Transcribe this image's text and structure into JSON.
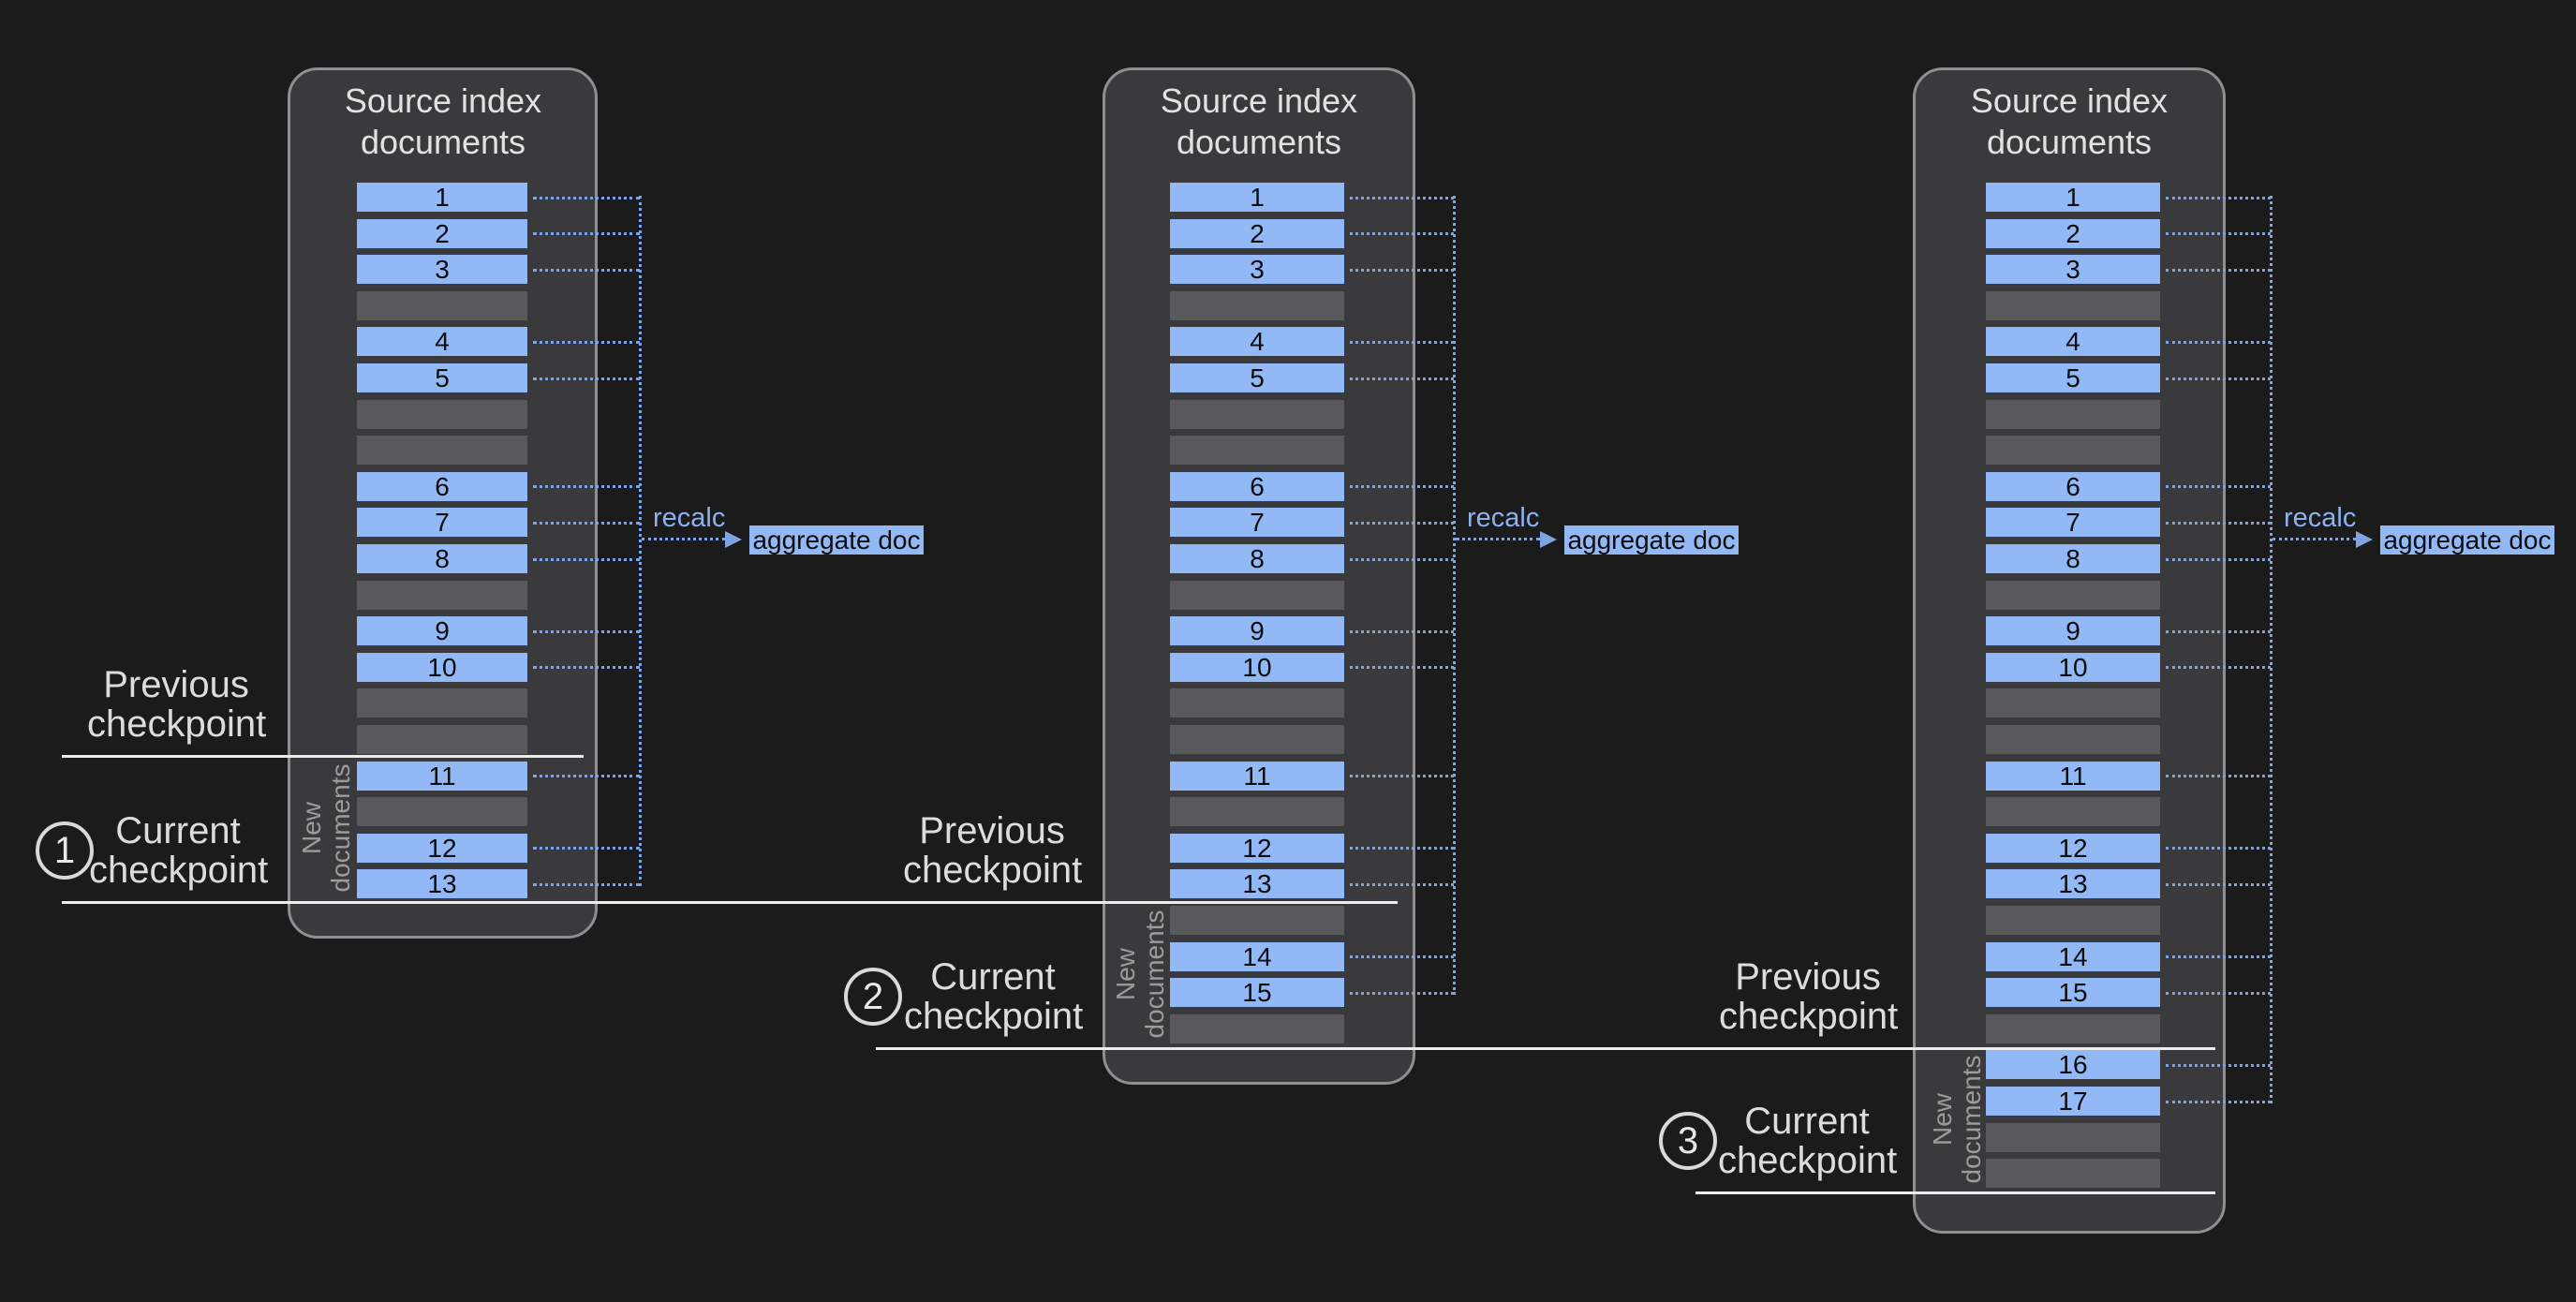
{
  "colors": {
    "background": "#1b1b1c",
    "panel_fill": "#3a3a3c",
    "panel_border": "#8e8e93",
    "document_blue": "#92b9f6",
    "placeholder_gray": "#59595b",
    "dotted_connector_blue": "#7fa3e2",
    "recalc_text_blue": "#8db1f0",
    "checkpoint_line_white": "#ececec",
    "label_text": "#dcdcdc",
    "muted_text": "#9c9c9c",
    "document_number_text": "#0d0d0d"
  },
  "panels": [
    {
      "title": "Source index documents",
      "recalc_label": "recalc",
      "aggregate_label": "aggregate doc",
      "new_documents_label": "New documents",
      "rows": [
        "1",
        "2",
        "3",
        "",
        "4",
        "5",
        "",
        "",
        "6",
        "7",
        "8",
        "",
        "9",
        "10",
        "",
        "",
        "11",
        "",
        "12",
        "13"
      ]
    },
    {
      "title": "Source index documents",
      "recalc_label": "recalc",
      "aggregate_label": "aggregate doc",
      "new_documents_label": "New documents",
      "rows": [
        "1",
        "2",
        "3",
        "",
        "4",
        "5",
        "",
        "",
        "6",
        "7",
        "8",
        "",
        "9",
        "10",
        "",
        "",
        "11",
        "",
        "12",
        "13",
        "",
        "14",
        "15",
        ""
      ]
    },
    {
      "title": "Source index documents",
      "recalc_label": "recalc",
      "aggregate_label": "aggregate doc",
      "new_documents_label": "New documents",
      "rows": [
        "1",
        "2",
        "3",
        "",
        "4",
        "5",
        "",
        "",
        "6",
        "7",
        "8",
        "",
        "9",
        "10",
        "",
        "",
        "11",
        "",
        "12",
        "13",
        "",
        "14",
        "15",
        "",
        "16",
        "17",
        "",
        ""
      ]
    }
  ],
  "checkpoints": [
    {
      "label_lines": [
        "Previous",
        "checkpoint"
      ]
    },
    {
      "number": "1",
      "label_lines": [
        "Current",
        "checkpoint"
      ]
    },
    {
      "label_lines": [
        "Previous",
        "checkpoint"
      ]
    },
    {
      "number": "2",
      "label_lines": [
        "Current",
        "checkpoint"
      ]
    },
    {
      "label_lines": [
        "Previous",
        "checkpoint"
      ]
    },
    {
      "number": "3",
      "label_lines": [
        "Current",
        "checkpoint"
      ]
    }
  ]
}
